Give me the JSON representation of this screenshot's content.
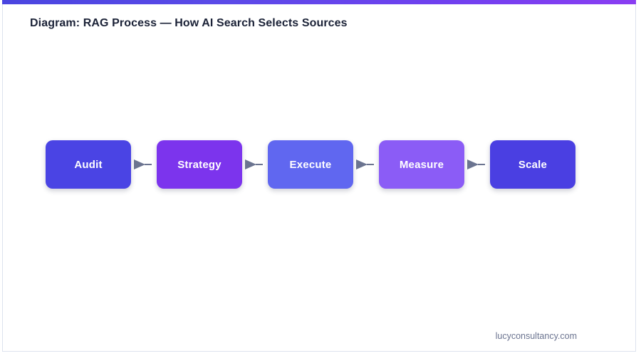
{
  "accent_bar": {
    "gradient_from": "#4a45e0",
    "gradient_to": "#8a3df2"
  },
  "header": {
    "title": "Diagram: RAG Process — How AI Search Selects Sources",
    "title_color": "#1b2237"
  },
  "diagram": {
    "type": "linear-process-flow",
    "connector_icon": "arrow-right-icon",
    "connector_color": "#6b7490",
    "label_color": "#ffffff",
    "nodes": [
      {
        "label": "Audit",
        "color": "#4a44e4"
      },
      {
        "label": "Strategy",
        "color": "#7c34ed"
      },
      {
        "label": "Execute",
        "color": "#6067f0"
      },
      {
        "label": "Measure",
        "color": "#8b5cf6"
      },
      {
        "label": "Scale",
        "color": "#4a3fe2"
      }
    ]
  },
  "footer": {
    "site": "lucyconsultancy.com",
    "color": "#6b7490"
  }
}
